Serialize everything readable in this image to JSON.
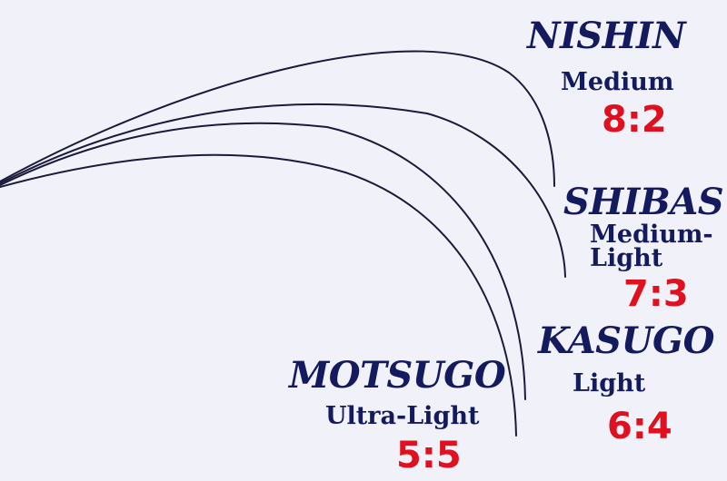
{
  "colors": {
    "background": "#f1f1fa",
    "name_text": "#141a5e",
    "power_text": "#141a5e",
    "ratio_text": "#e0101e",
    "curve_stroke": "#1a1a3a"
  },
  "rods": [
    {
      "id": "nishin",
      "name": "NISHIN",
      "power": "Medium",
      "ratio": "8:2"
    },
    {
      "id": "shibasu",
      "name": "SHIBASU",
      "power": "Medium-\nLight",
      "ratio": "7:3"
    },
    {
      "id": "kasugo",
      "name": "KASUGO",
      "power": "Light",
      "ratio": "6:4"
    },
    {
      "id": "motsugo",
      "name": "MOTSUGO",
      "power": "Ultra-Light",
      "ratio": "5:5"
    }
  ]
}
